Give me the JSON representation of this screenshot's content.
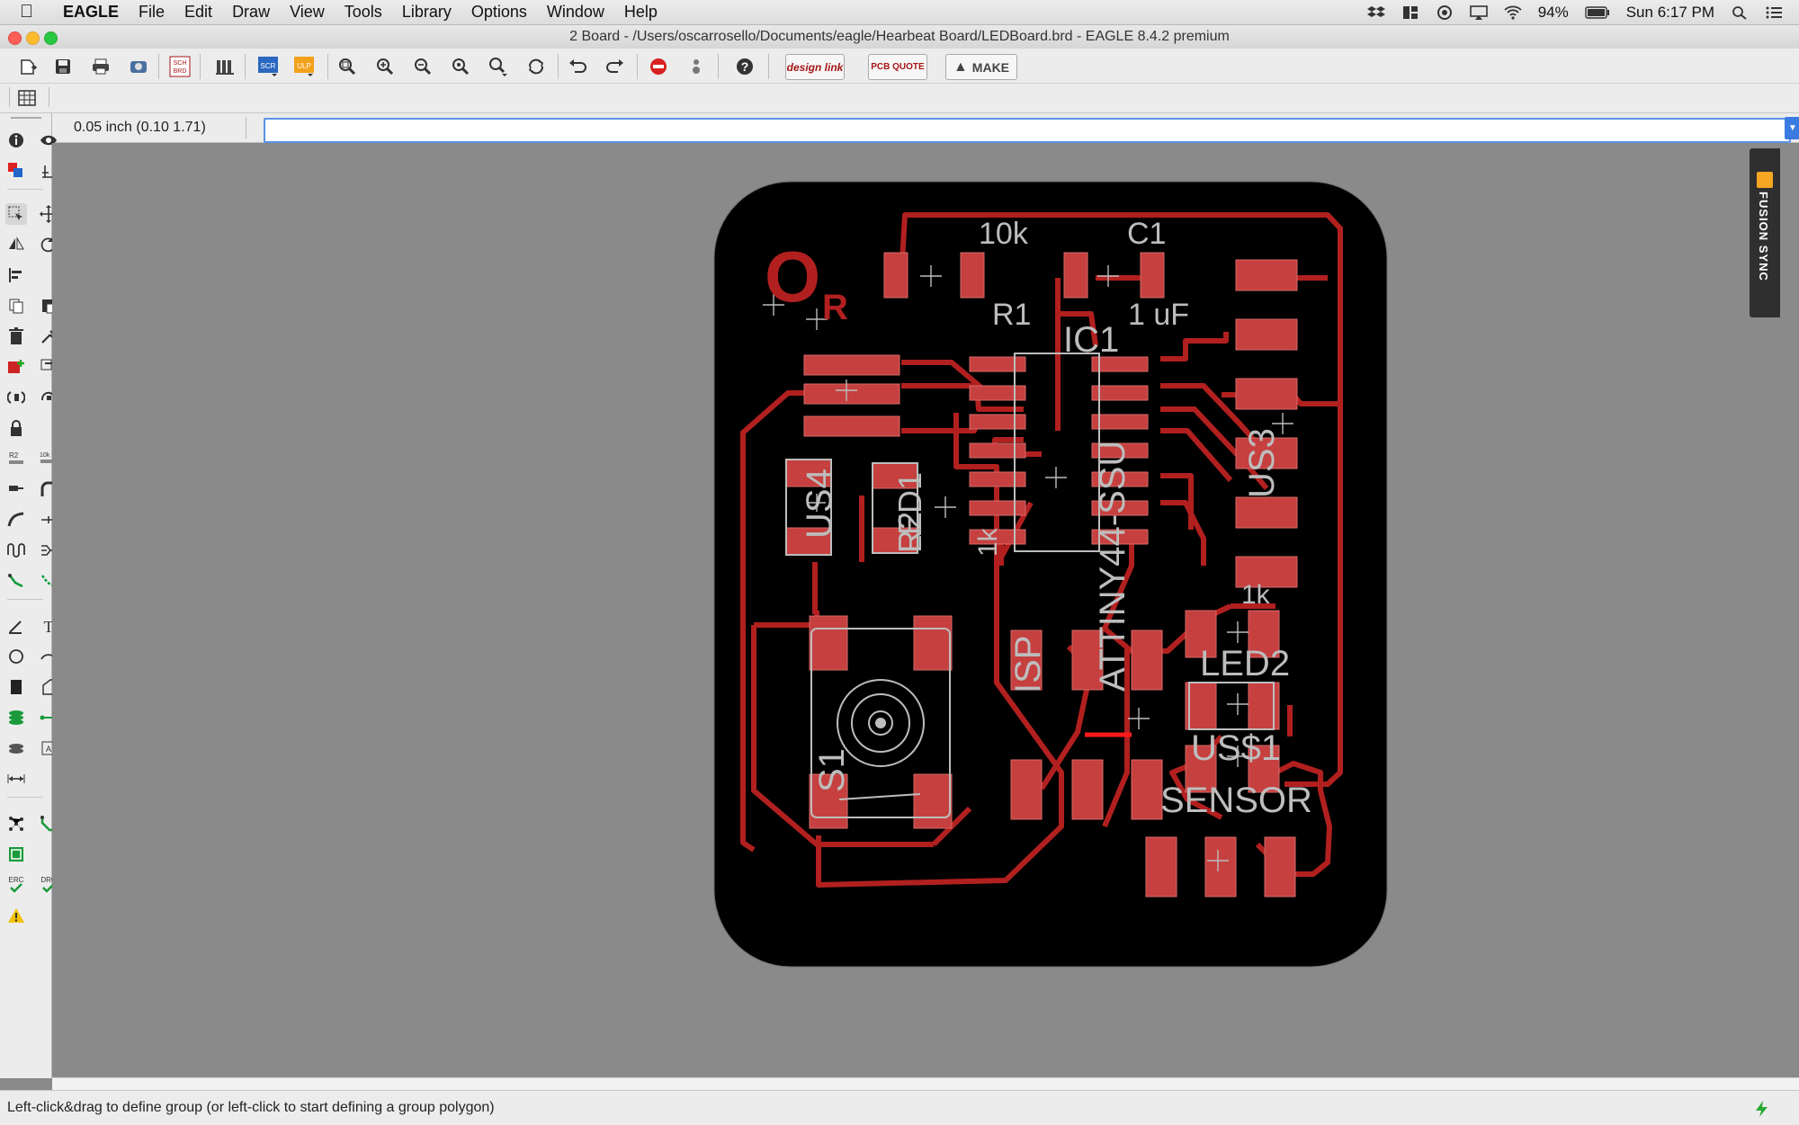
{
  "menubar": {
    "app": "EAGLE",
    "items": [
      "File",
      "Edit",
      "Draw",
      "View",
      "Tools",
      "Library",
      "Options",
      "Window",
      "Help"
    ],
    "battery": "94%",
    "clock": "Sun 6:17 PM"
  },
  "window": {
    "title": "2 Board - /Users/oscarrosello/Documents/eagle/Hearbeat Board/LEDBoard.brd - EAGLE 8.4.2 premium"
  },
  "toolbar": {
    "icons": [
      "open-icon",
      "save-icon",
      "print-icon",
      "cam-icon",
      "sch-brd-switch-icon",
      "library-icon",
      "script-icon",
      "ulp-icon",
      "zoom-fit-icon",
      "zoom-in-icon",
      "zoom-out-icon",
      "zoom-select-icon",
      "zoom-area-icon",
      "redraw-icon",
      "undo-icon",
      "redo-icon",
      "stop-icon",
      "go-icon",
      "help-icon"
    ],
    "design_link": "design link",
    "pcb_quote": "PCB QUOTE",
    "make": "MAKE"
  },
  "coordinates": "0.05 inch (0.10 1.71)",
  "command_line": {
    "value": ""
  },
  "fusion_sync": "FUSION SYNC",
  "status": "Left-click&drag to define group (or left-click to start defining a group polygon)",
  "pcb": {
    "labels": {
      "r1_value": "10k",
      "r1_name": "R1",
      "c1_name": "C1",
      "c1_value": "1 uF",
      "ic1_name": "IC1",
      "ic1_value": "ATTINY44-SSU",
      "us3": "US3",
      "us4": "US4",
      "led1": "LED1",
      "r2": "R2",
      "r2_value": "1k",
      "isp": "ISP",
      "s1": "S1",
      "led2": "LED2",
      "r3_value": "1k",
      "us1": "US$1",
      "sensor": "SENSOR",
      "rev": "R"
    },
    "colors": {
      "board": "#000000",
      "trace": "#b1201f",
      "pad": "#c5403f",
      "silk": "#bdbdbd",
      "canvas": "#8a8a8a"
    }
  }
}
